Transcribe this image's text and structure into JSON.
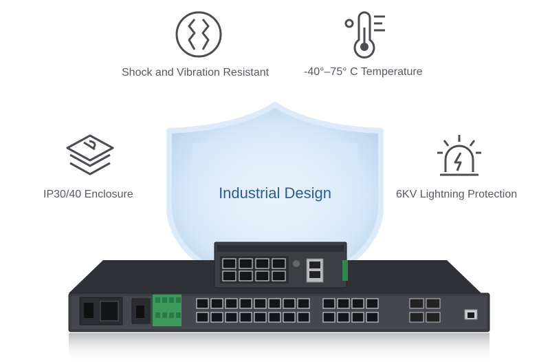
{
  "features": {
    "shock": "Shock and Vibration Resistant",
    "temperature": "-40°–75° C Temperature",
    "enclosure": "IP30/40 Enclosure",
    "lightning": "6KV Lightning Protection"
  },
  "title": "Industrial Design",
  "icons": [
    "shock-vibration-icon",
    "thermometer-icon",
    "ip-enclosure-layers-icon",
    "lightning-alarm-icon"
  ],
  "colors": {
    "title": "#2a5d98",
    "label": "#555a60",
    "icon": "#4a4d52",
    "shield": "#cfe3f7"
  }
}
